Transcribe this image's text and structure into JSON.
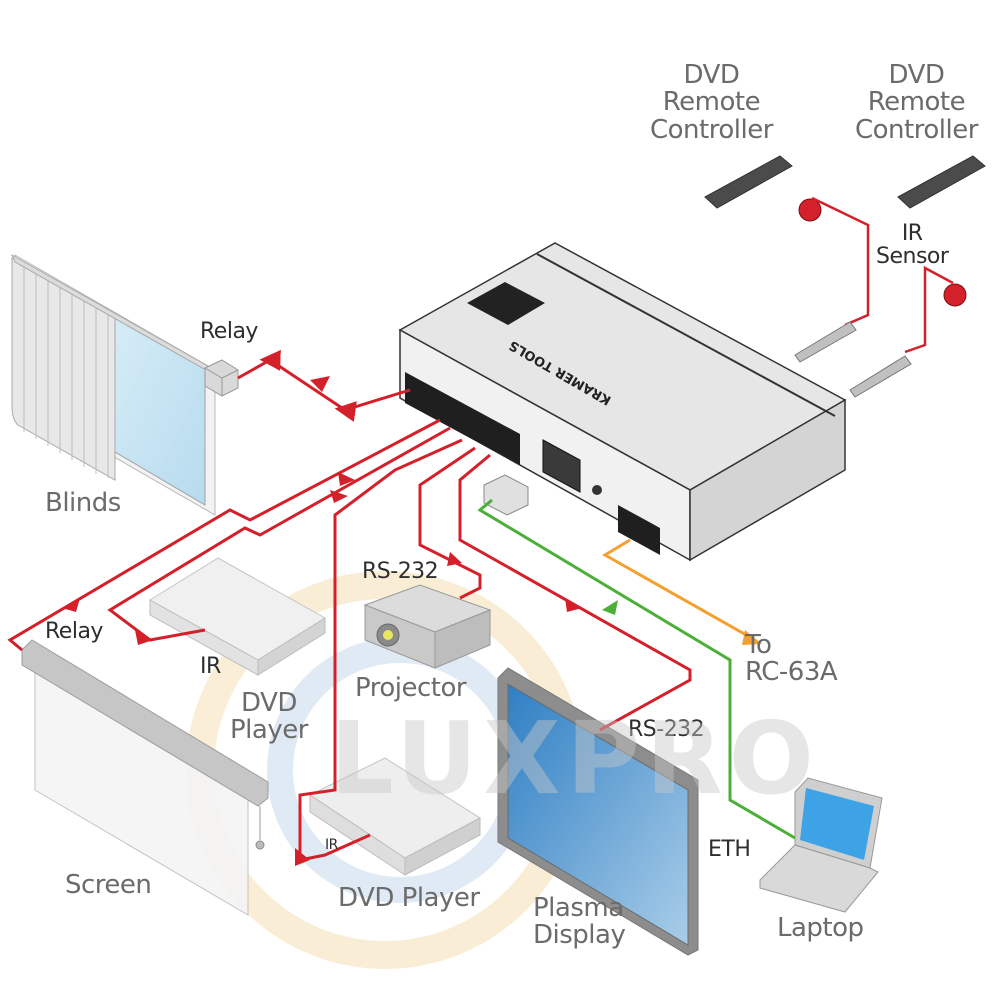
{
  "diagram": {
    "title": "Kramer control device connection diagram",
    "device": {
      "brand_text": "KRAMER TOOLS",
      "ports": [
        "Relay/IR terminal blocks",
        "Ethernet",
        "Reset",
        "RS-485 terminal block"
      ]
    },
    "labels": {
      "dvd_remote_1": [
        "DVD",
        "Remote",
        "Controller"
      ],
      "dvd_remote_2": [
        "DVD",
        "Remote",
        "Controller"
      ],
      "ir_sensor": [
        "IR",
        "Sensor"
      ],
      "relay_blinds": "Relay",
      "blinds": "Blinds",
      "relay_screen": "Relay",
      "ir_dvd1": "IR",
      "dvd_player_1": [
        "DVD",
        "Player"
      ],
      "rs232_projector": "RS-232",
      "projector": "Projector",
      "screen": "Screen",
      "ir_dvd2": "IR",
      "dvd_player_2": "DVD Player",
      "plasma_display": [
        "Plasma",
        "Display"
      ],
      "rs232_plasma": "RS-232",
      "to_rc63a": [
        "To",
        "RC-63A"
      ],
      "eth": "ETH",
      "laptop": "Laptop"
    },
    "watermark": "LUXPRO",
    "connections": [
      {
        "from": "device",
        "to": "Blinds",
        "type": "Relay",
        "color": "#d3202a"
      },
      {
        "from": "device",
        "to": "Screen",
        "type": "Relay",
        "color": "#d3202a"
      },
      {
        "from": "device",
        "to": "DVD Player 1",
        "type": "IR",
        "color": "#d3202a"
      },
      {
        "from": "device",
        "to": "DVD Player 2",
        "type": "IR",
        "color": "#d3202a"
      },
      {
        "from": "device",
        "to": "Projector",
        "type": "RS-232",
        "color": "#d3202a"
      },
      {
        "from": "device",
        "to": "Plasma Display",
        "type": "RS-232",
        "color": "#d3202a"
      },
      {
        "from": "Laptop",
        "to": "device",
        "type": "ETH",
        "color": "#4caf3a"
      },
      {
        "from": "device",
        "to": "RC-63A",
        "type": "RS-485",
        "color": "#f4a030"
      },
      {
        "from": "IR Sensor 1",
        "to": "device",
        "type": "IR sensor",
        "color": "#d3202a"
      },
      {
        "from": "IR Sensor 2",
        "to": "device",
        "type": "IR sensor",
        "color": "#d3202a"
      }
    ],
    "colors": {
      "cable_red": "#d3202a",
      "cable_green": "#4caf3a",
      "cable_orange": "#f4a030",
      "label_gray": "#6b6b6b",
      "label_dark": "#2e2e2e"
    }
  }
}
